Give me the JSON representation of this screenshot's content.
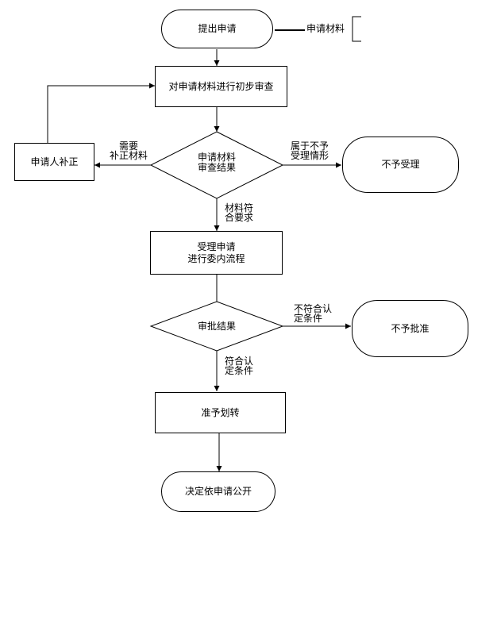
{
  "nodes": {
    "submit": "提出申请",
    "materials": "申请材料",
    "initial_review": "对申请材料进行初步审查",
    "review_result_l1": "申请材料",
    "review_result_l2": "审查结果",
    "supplement": "申请人补正",
    "reject": "不予受理",
    "accept_l1": "受理申请",
    "accept_l2": "进行委内流程",
    "approval_result": "审批结果",
    "not_approved": "不予批准",
    "transfer": "准予划转",
    "disclose": "决定依申请公开"
  },
  "labels": {
    "need_l1": "需要",
    "need_l2": "补正材料",
    "not_accept_l1": "属于不予",
    "not_accept_l2": "受理情形",
    "meets_l1": "材料符",
    "meets_l2": "合要求",
    "fail_l1": "不符合认",
    "fail_l2": "定条件",
    "pass_l1": "符合认",
    "pass_l2": "定条件"
  },
  "colors": {
    "line": "#000000",
    "fill": "#ffffff"
  }
}
